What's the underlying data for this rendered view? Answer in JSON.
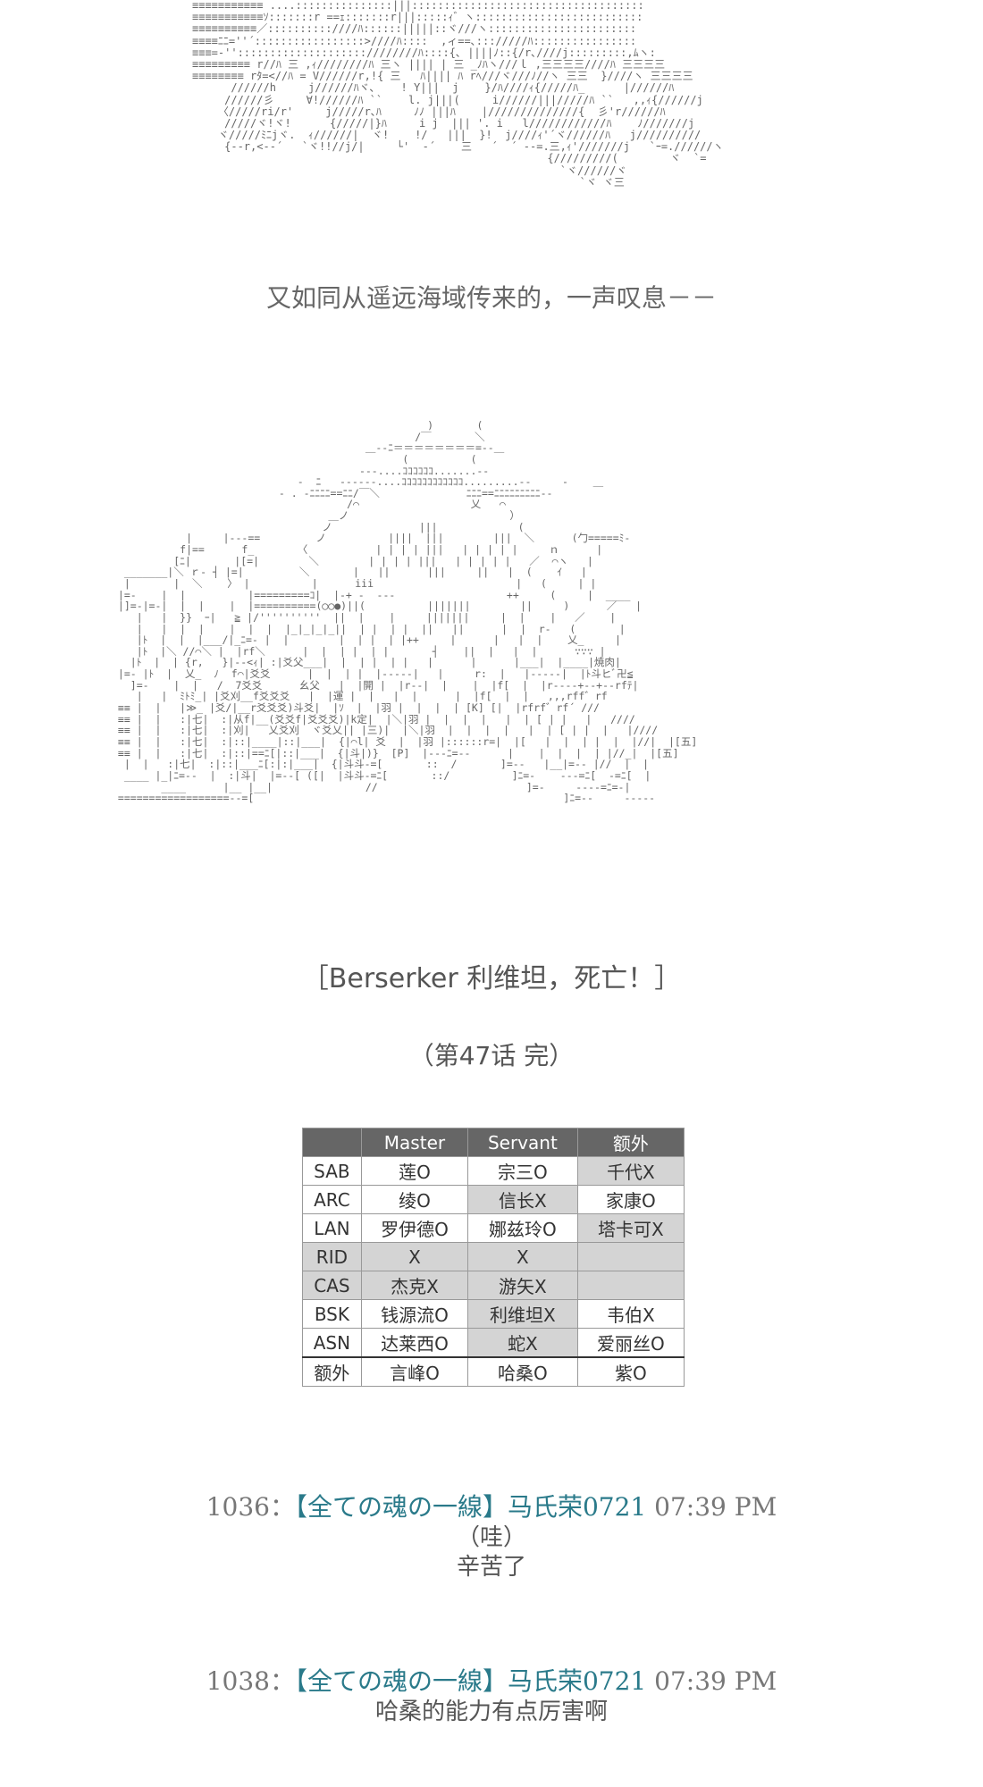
{
  "art_top": [
    "≡≡≡≡≡≡≡≡≡≡≡ ....:::::::::::::::|||::::::::::::::::::::::::::::::::::::",
    "≡≡≡≡≡≡≡≡≡≡≡ｿ:::::::r ==ｪ:::::::r|||:::::ｨ゛ヽ::::::::::::::::::::::::::",
    "≡≡≡≡≡≡≡≡≡≡／::::::::::////ﾊ::::::|||||::ヾ///ヽ:::::::::::::::::::::::",
    "≡≡≡≡ﾆﾆ=''´:::::::::::::::::>////ﾊ::::  ,ィ==､::://///ﾊ::::::::::::::::",
    "≡≡≡=-''::::::::::::::::::::////////ﾊ::::{､ ||||ﾉ::{/r､////j:::::::::,ﾑヽ:",
    "≡≡≡≡≡≡≡≡≡ r//ﾊ 三 ,ｨ////////ﾊ 三ヽ |||| | 三 _ﾉﾊヽ///ｌ ,三三三三////ﾊ 三三三三",
    "≡≡≡≡≡≡≡≡ rﾀ=<//ﾊ = V//////r,!{ 三   ﾊ|||| ﾊ rﾍ///ヾ///ﾉ//ヽ 三三  }////ヽ 三三三三",
    "      //////h     j//////ﾊヾ､    ! Y|||  j    }/ﾊ////ｨ{/////ﾊ_      |//////ﾊ",
    "     //////彡     ∀!//////ﾊ ``    l. j|||(     i//////|||/////ﾊ ``   ,,ｨ{//////j",
    "    〈/////ri/r'     j/////r､ﾊ     ﾉﾉ |||ﾊ    |//////////////{  彡'r//////ﾊ",
    "     /////ヾ!ヾ!      {/////|}ﾊ     i j  ||| '. i   l////////////ﾊ    ﾉ///////j",
    "    ヾ/////ﾐﾆjヾ.  ｨ//////|  ヾ!    !/   |||  }!  j////ｨ'´ヾ//////ﾊ   j//////////",
    "     {--r,<--´   `ヾ!!//j/|     └'  -´    三   ´  ´ --=.三,ｨ'///////j   `ｰ=.//////ヽ",
    "                                                       {/////////(        ヾ  `=",
    "                                                         `ヾ//////ヾ",
    "                                                            `ヾ ヾ三"
  ],
  "narration": "又如同从遥远海域传来的，一声叹息－－",
  "art_street": [
    "                                                   )       (",
    "                                                 /￣       ＼",
    "                                         ＿--ﾆ＝＝＝＝＝＝＝＝=--＿",
    "                                               (          (",
    "                                        ---....ｺｺｺｺｺｺ.......--",
    "                              -  ﾆ   ------....ｺｺｺｺｺｺｺｺｺｺｺｺ.........--     -    ＿",
    "                           - . -ﾆﾆﾆﾆ==ﾆﾆ/￣＼              ﾆﾆﾆ==ﾆﾆﾆﾆﾆﾆﾆﾆﾆ--",
    "                                      /⌒                  乂   ⌒",
    "                                   ＿ノ                          ）",
    "                                  ノ              |||             (",
    "            |     |---==         ノ          ||||  |||        |||  ＼      (勹=====ﾐ-",
    "           f|==      f_       〈           | | | | |||   | | | | |     ｎ      |",
    "          [ﾆ|       |[=|        ＼        | | | | |||   | | | | |   ／  ⌒ヽ   |",
    "  _______|＼ ｒ- ┤ |=|         ＼       |   ||      |||     ||   |  (    ｲ   |",
    "  |       |  ＼    〉 |          |      iii                       |   (     | |",
    " |=-    |  |          |=========ｺ|  |-+ -  ---                  ++     (     |  ____",
    " |]=-|=-|  |  |    |  |==========(◯◯●)||(          |||||||        ||     )      ／   |",
    "    |   |  }}  ｰ|   ≧ |/''''''''''  ||  |    |     |||||||     |  |    |   ／    |",
    "    |   |  |  |    |  |  |  |_|_|_|_||  | |  | |  ||   ||      |  |  r-   (       |",
    "    |ﾄ  |  |  |___/|_ﾆ=- |  |        |  | |  | |++     |      |   |  |    乂_     |",
    "    |ﾄ  |＼ //⌒＼ |  |rf＼      |  |  | |  | |       ┤    ||  |   |  |      ∵∵∵ |",
    "   |ﾄ  |  | {r,   }|--<ｨ| :|爻父___|  |  | |  | |   |      |      |___|  |____|焼肉|",
    " |=- |ﾄ  |  乂_  ﾉ  f⌒|爻爻      |  |  | |  |-----|   |     r:  |   |-----|  |ﾄ斗ヒﾞ卍≦",
    "   ]=-    |  |   /  7爻爻      幺父   |  |開 |  |r--|  |    |  |f[  |  |r----+--+--rfﾃ|",
    "    |   |  ﾐﾄﾐ_| |爻刈__f爻爻爻   |  |運 |  |   |  |      |  |f[  |  |   ,,,rff゛rf",
    " ≡≡ |  |   |≫_ |爻/|__r爻爻爻)斗爻|  |ｿ  |  |羽 |  |  |  | [K] [|  |rfrf゛rf´ ///",
    " ≡≡ |  |   :|七|  :|从f|__(爻爻f|爻爻爻)|k定|  |＼|羽 |  |  |  |   |  | [ | |   |   ////",
    " ≡≡ |  |   :|七|  :|刈|   乂爻刈  ヾ爻乂|| |三)|  |＼|羽  |  |  |  |   |  | [ | |  |   |////",
    " ≡≡ |  |   :|七|  :|::|____|::|___|  {|⌒l| 爻  |  |羽 |::::::r=|  |[   |  |  | |  |  |//|  |[五]",
    " ≡≡ |  |   :|七|  :|::|==ﾆ[|::|___|  {|斗|)}  [P]  |---ﾆ=--      |    |  |  |  | |//_|  |[五]",
    "  |  |   :|七|  :|::|___ﾆ[:|:|___|  {|斗斗-=[       ::  /       ]=--   |__|=-- |//  |  |",
    "  ____ |_|ﾆ=--  |  :|斗|  |=--[ ([|  |斗斗-=ﾆ[       ::/          ]ﾆ=-    ---=ﾆ[  -=ﾆ[  |",
    "        ____      |__ |__|               //                        ]=-     ----=ﾆ=-|",
    " ==================--=[                                                  ]ﾆ=--     -----"
  ],
  "caption": "［Berserker 利维坦，死亡！］",
  "chapter_end": "（第47话 完）",
  "table": {
    "headers": [
      "",
      "Master",
      "Servant",
      "额外"
    ],
    "rows": [
      {
        "cls": "",
        "cells": [
          "SAB",
          "莲O",
          "宗三O",
          "千代X"
        ],
        "shade": [
          "w",
          "w",
          "w",
          "g"
        ]
      },
      {
        "cls": "",
        "cells": [
          "ARC",
          "绫O",
          "信长X",
          "家康O"
        ],
        "shade": [
          "w",
          "w",
          "g",
          "w"
        ]
      },
      {
        "cls": "",
        "cells": [
          "LAN",
          "罗伊德O",
          "娜兹玲O",
          "塔卡可X"
        ],
        "shade": [
          "w",
          "w",
          "w",
          "g"
        ]
      },
      {
        "cls": "",
        "cells": [
          "RID",
          "X",
          "X",
          ""
        ],
        "shade": [
          "g",
          "g",
          "g",
          "g"
        ]
      },
      {
        "cls": "",
        "cells": [
          "CAS",
          "杰克X",
          "游矢X",
          ""
        ],
        "shade": [
          "g",
          "g",
          "g",
          "g"
        ]
      },
      {
        "cls": "",
        "cells": [
          "BSK",
          "钱源流O",
          "利维坦X",
          "韦伯X"
        ],
        "shade": [
          "w",
          "w",
          "g",
          "w"
        ]
      },
      {
        "cls": "",
        "cells": [
          "ASN",
          "达莱西O",
          "蛇X",
          "爱丽丝O"
        ],
        "shade": [
          "w",
          "w",
          "g",
          "w"
        ]
      },
      {
        "cls": "sep",
        "cells": [
          "额外",
          "言峰O",
          "哈桑O",
          "紫O"
        ],
        "shade": [
          "w",
          "w",
          "w",
          "w"
        ]
      }
    ]
  },
  "comments": [
    {
      "no": "1036：",
      "name": "【全ての魂の一線】马氏荣0721",
      "time": " 07:39 PM",
      "body": [
        "（哇）",
        "辛苦了"
      ]
    },
    {
      "no": "1038：",
      "name": "【全ての魂の一線】马氏荣0721",
      "time": " 07:39 PM",
      "body": [
        "哈桑的能力有点厉害啊"
      ]
    }
  ]
}
